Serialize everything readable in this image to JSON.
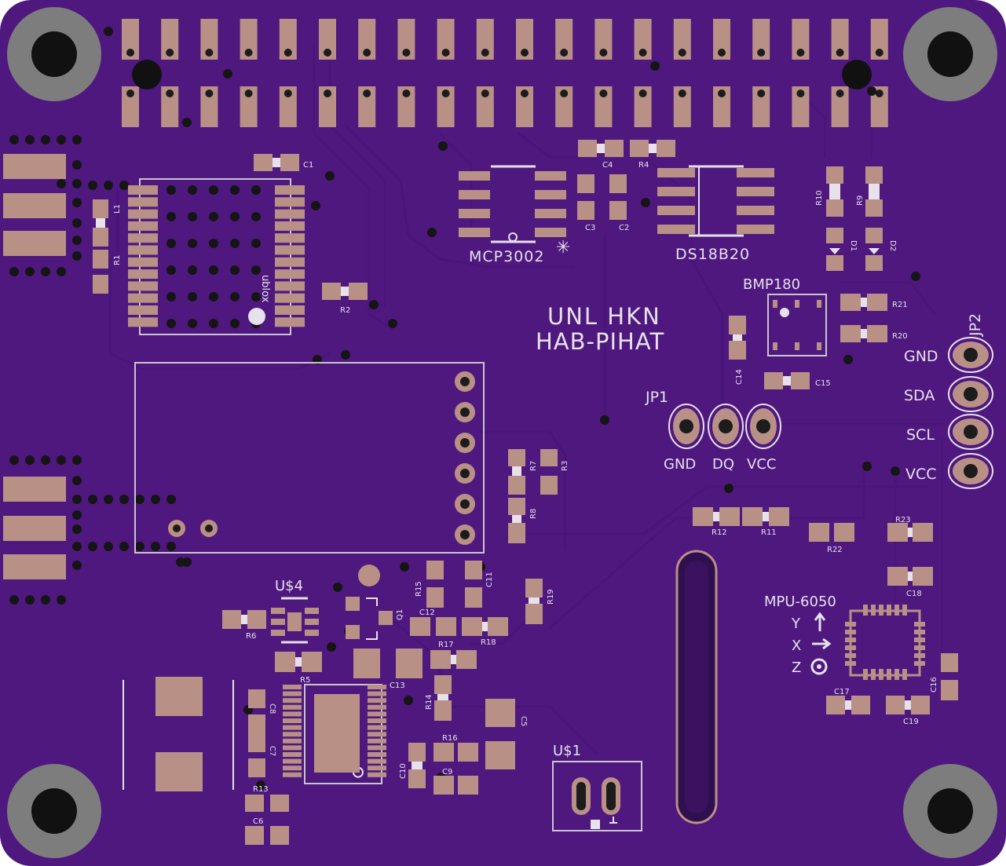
{
  "board": {
    "colors": {
      "board": "#4e187f",
      "copper": "#b99086",
      "silk": "#e6e1ea",
      "trace": "#4a1579",
      "mount_ring": "#7d7d7d"
    },
    "title_line1": "UNL HKN",
    "title_line2": "HAB-PIHAT",
    "ic_labels": {
      "mcp": "MCP3002",
      "ds": "DS18B20",
      "bmp": "BMP180",
      "mpu": "MPU-6050",
      "u4": "U$4",
      "u1": "U$1",
      "jp1": "JP1",
      "jp2": "JP2"
    },
    "jp1_pins": [
      "GND",
      "DQ",
      "VCC"
    ],
    "jp2_pins": [
      "GND",
      "SDA",
      "SCL",
      "VCC"
    ],
    "axes": {
      "y": "Y",
      "x": "X",
      "z": "Z"
    },
    "refs": {
      "c1": "C1",
      "c2": "C2",
      "c3": "C3",
      "c4": "C4",
      "c5": "C5",
      "c6": "C6",
      "c7": "C7",
      "c8": "C8",
      "c9": "C9",
      "c10": "C10",
      "c11": "C11",
      "c12": "C12",
      "c13": "C13",
      "c14": "C14",
      "c15": "C15",
      "c16": "C16",
      "c17": "C17",
      "c18": "C18",
      "c19": "C19",
      "r1": "R1",
      "r2": "R2",
      "r3": "R3",
      "r4": "R4",
      "r5": "R5",
      "r6": "R6",
      "r7": "R7",
      "r8": "R8",
      "r9": "R9",
      "r10": "R10",
      "r11": "R11",
      "r12": "R12",
      "r13": "R13",
      "r14": "R14",
      "r15": "R15",
      "r16": "R16",
      "r17": "R17",
      "r18": "R18",
      "r19": "R19",
      "r20": "R20",
      "r21": "R21",
      "r22": "R22",
      "r23": "R23",
      "l1": "L1",
      "d1": "D1",
      "d2": "D2",
      "q1": "Q1"
    }
  }
}
